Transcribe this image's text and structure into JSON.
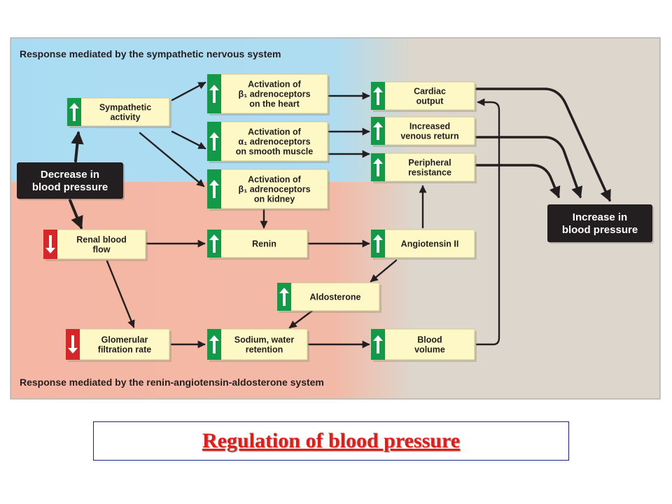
{
  "panel": {
    "top_heading": "Response mediated by the sympathetic nervous system",
    "bottom_heading": "Response mediated by the renin-angiotensin-aldosterone system"
  },
  "nodes": {
    "sympathetic": [
      "Sympathetic",
      "activity"
    ],
    "beta1_heart": [
      "Activation of",
      "β₁ adrenoceptors",
      "on the heart"
    ],
    "alpha1": [
      "Activation of",
      "α₁ adrenoceptors",
      "on smooth muscle"
    ],
    "beta1_kidney": [
      "Activation of",
      "β₁ adrenoceptors",
      "on kidney"
    ],
    "cardiac_output": [
      "Cardiac",
      "output"
    ],
    "venous_return": [
      "Increased",
      "venous return"
    ],
    "peripheral": [
      "Peripheral",
      "resistance"
    ],
    "decrease_bp": [
      "Decrease in",
      "blood pressure"
    ],
    "increase_bp": [
      "Increase in",
      "blood pressure"
    ],
    "renal_flow": [
      "Renal blood",
      "flow"
    ],
    "renin": [
      "Renin"
    ],
    "angiotensin": [
      "Angiotensin II"
    ],
    "aldosterone": [
      "Aldosterone"
    ],
    "gfr": [
      "Glomerular",
      "filtration rate"
    ],
    "sodium": [
      "Sodium, water",
      "retention"
    ],
    "blood_volume": [
      "Blood",
      "volume"
    ]
  },
  "caption": "Regulation of blood pressure",
  "colors": {
    "top_band": "#a9dcf3",
    "bottom_band": "#f5b6a3",
    "right_region": "#ddd6cc",
    "box_fill": "#fdf8c6",
    "increase_tab": "#129a48",
    "decrease_tab": "#d7262a",
    "dark_box": "#231f20",
    "caption_text": "#e41b17"
  }
}
